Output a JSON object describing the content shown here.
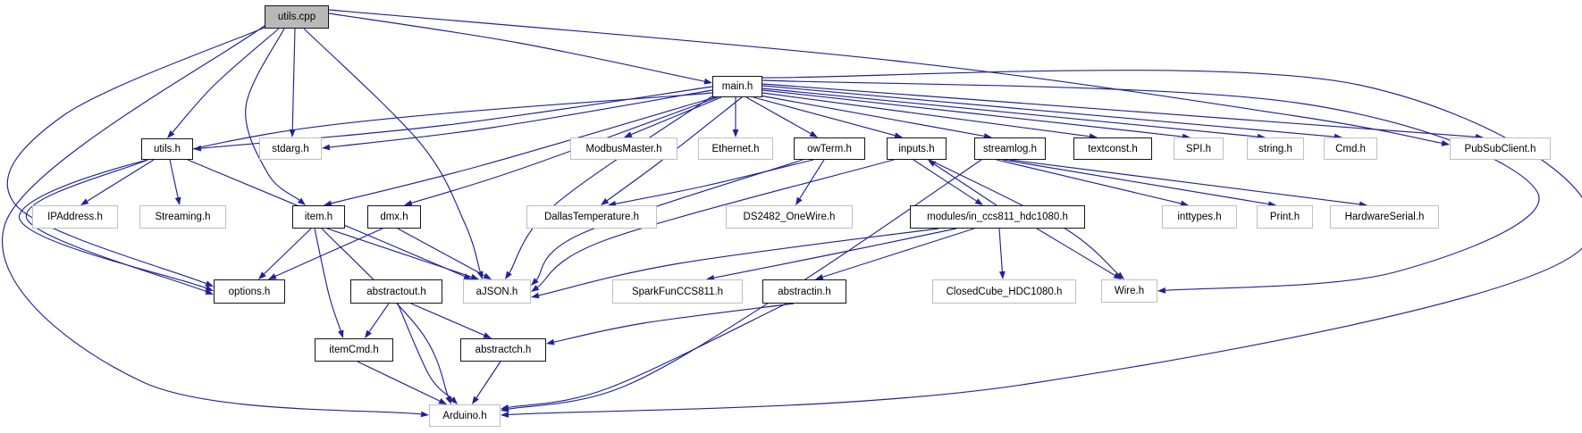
{
  "graph": {
    "root_label": "utils.cpp",
    "edge_color": "#21219c",
    "nodes": [
      {
        "id": "utils_cpp",
        "label": "utils.cpp",
        "style": "selected"
      },
      {
        "id": "main_h",
        "label": "main.h",
        "style": "documented"
      },
      {
        "id": "utils_h",
        "label": "utils.h",
        "style": "documented"
      },
      {
        "id": "stdarg_h",
        "label": "stdarg.h",
        "style": "external"
      },
      {
        "id": "modbusmaster_h",
        "label": "ModbusMaster.h",
        "style": "external"
      },
      {
        "id": "ethernet_h",
        "label": "Ethernet.h",
        "style": "external"
      },
      {
        "id": "owterm_h",
        "label": "owTerm.h",
        "style": "documented"
      },
      {
        "id": "inputs_h",
        "label": "inputs.h",
        "style": "documented"
      },
      {
        "id": "streamlog_h",
        "label": "streamlog.h",
        "style": "documented"
      },
      {
        "id": "textconst_h",
        "label": "textconst.h",
        "style": "documented"
      },
      {
        "id": "spi_h",
        "label": "SPI.h",
        "style": "external"
      },
      {
        "id": "string_h",
        "label": "string.h",
        "style": "external"
      },
      {
        "id": "cmd_h",
        "label": "Cmd.h",
        "style": "external"
      },
      {
        "id": "pubsubclient_h",
        "label": "PubSubClient.h",
        "style": "external"
      },
      {
        "id": "ipaddress_h",
        "label": "IPAddress.h",
        "style": "external"
      },
      {
        "id": "streaming_h",
        "label": "Streaming.h",
        "style": "external"
      },
      {
        "id": "item_h",
        "label": "item.h",
        "style": "documented"
      },
      {
        "id": "dmx_h",
        "label": "dmx.h",
        "style": "documented"
      },
      {
        "id": "dallastemperature_h",
        "label": "DallasTemperature.h",
        "style": "external"
      },
      {
        "id": "ds2482_onewire_h",
        "label": "DS2482_OneWire.h",
        "style": "external"
      },
      {
        "id": "in_ccs811",
        "label": "modules/in_ccs811_hdc1080.h",
        "style": "documented"
      },
      {
        "id": "inttypes_h",
        "label": "inttypes.h",
        "style": "external"
      },
      {
        "id": "print_h",
        "label": "Print.h",
        "style": "external"
      },
      {
        "id": "hardwareserial_h",
        "label": "HardwareSerial.h",
        "style": "external"
      },
      {
        "id": "options_h",
        "label": "options.h",
        "style": "documented"
      },
      {
        "id": "abstractout_h",
        "label": "abstractout.h",
        "style": "documented"
      },
      {
        "id": "ajson_h",
        "label": "aJSON.h",
        "style": "external"
      },
      {
        "id": "sparkfunccs811_h",
        "label": "SparkFunCCS811.h",
        "style": "external"
      },
      {
        "id": "abstractin_h",
        "label": "abstractin.h",
        "style": "documented"
      },
      {
        "id": "closedcube_hdc1080_h",
        "label": "ClosedCube_HDC1080.h",
        "style": "external"
      },
      {
        "id": "wire_h",
        "label": "Wire.h",
        "style": "external"
      },
      {
        "id": "itemcmd_h",
        "label": "itemCmd.h",
        "style": "documented"
      },
      {
        "id": "abstractch_h",
        "label": "abstractch.h",
        "style": "documented"
      },
      {
        "id": "arduino_h",
        "label": "Arduino.h",
        "style": "external"
      }
    ],
    "edges": [
      {
        "from": "utils_cpp",
        "to": "utils_h"
      },
      {
        "from": "utils_cpp",
        "to": "stdarg_h"
      },
      {
        "from": "utils_cpp",
        "to": "main_h"
      },
      {
        "from": "utils_cpp",
        "to": "item_h"
      },
      {
        "from": "utils_cpp",
        "to": "ajson_h"
      },
      {
        "from": "utils_cpp",
        "to": "pubsubclient_h"
      },
      {
        "from": "utils_cpp",
        "to": "options_h"
      },
      {
        "from": "utils_cpp",
        "to": "arduino_h"
      },
      {
        "from": "main_h",
        "to": "utils_h"
      },
      {
        "from": "main_h",
        "to": "stdarg_h"
      },
      {
        "from": "main_h",
        "to": "modbusmaster_h"
      },
      {
        "from": "main_h",
        "to": "ethernet_h"
      },
      {
        "from": "main_h",
        "to": "owterm_h"
      },
      {
        "from": "main_h",
        "to": "inputs_h"
      },
      {
        "from": "main_h",
        "to": "streamlog_h"
      },
      {
        "from": "main_h",
        "to": "textconst_h"
      },
      {
        "from": "main_h",
        "to": "spi_h"
      },
      {
        "from": "main_h",
        "to": "string_h"
      },
      {
        "from": "main_h",
        "to": "cmd_h"
      },
      {
        "from": "main_h",
        "to": "pubsubclient_h"
      },
      {
        "from": "main_h",
        "to": "dallastemperature_h"
      },
      {
        "from": "main_h",
        "to": "item_h"
      },
      {
        "from": "main_h",
        "to": "dmx_h"
      },
      {
        "from": "main_h",
        "to": "ajson_h"
      },
      {
        "from": "main_h",
        "to": "options_h"
      },
      {
        "from": "main_h",
        "to": "wire_h"
      },
      {
        "from": "main_h",
        "to": "arduino_h"
      },
      {
        "from": "utils_h",
        "to": "ipaddress_h"
      },
      {
        "from": "utils_h",
        "to": "streaming_h"
      },
      {
        "from": "utils_h",
        "to": "options_h"
      },
      {
        "from": "utils_h",
        "to": "ajson_h"
      },
      {
        "from": "owterm_h",
        "to": "dallastemperature_h"
      },
      {
        "from": "owterm_h",
        "to": "ds2482_onewire_h"
      },
      {
        "from": "owterm_h",
        "to": "ajson_h"
      },
      {
        "from": "inputs_h",
        "to": "in_ccs811"
      },
      {
        "from": "in_ccs811",
        "to": "inputs_h"
      },
      {
        "from": "inputs_h",
        "to": "ajson_h"
      },
      {
        "from": "inputs_h",
        "to": "wire_h"
      },
      {
        "from": "streamlog_h",
        "to": "inttypes_h"
      },
      {
        "from": "streamlog_h",
        "to": "print_h"
      },
      {
        "from": "streamlog_h",
        "to": "hardwareserial_h"
      },
      {
        "from": "streamlog_h",
        "to": "arduino_h"
      },
      {
        "from": "in_ccs811",
        "to": "sparkfunccs811_h"
      },
      {
        "from": "in_ccs811",
        "to": "abstractin_h"
      },
      {
        "from": "in_ccs811",
        "to": "closedcube_hdc1080_h"
      },
      {
        "from": "in_ccs811",
        "to": "wire_h"
      },
      {
        "from": "in_ccs811",
        "to": "ajson_h"
      },
      {
        "from": "item_h",
        "to": "options_h"
      },
      {
        "from": "item_h",
        "to": "ajson_h"
      },
      {
        "from": "item_h",
        "to": "itemcmd_h"
      },
      {
        "from": "item_h",
        "to": "arduino_h"
      },
      {
        "from": "dmx_h",
        "to": "options_h"
      },
      {
        "from": "dmx_h",
        "to": "ajson_h"
      },
      {
        "from": "abstractout_h",
        "to": "itemcmd_h"
      },
      {
        "from": "abstractout_h",
        "to": "abstractch_h"
      },
      {
        "from": "abstractout_h",
        "to": "arduino_h"
      },
      {
        "from": "abstractin_h",
        "to": "abstractch_h"
      },
      {
        "from": "abstractin_h",
        "to": "arduino_h"
      },
      {
        "from": "abstractch_h",
        "to": "arduino_h"
      },
      {
        "from": "itemcmd_h",
        "to": "arduino_h"
      }
    ]
  }
}
